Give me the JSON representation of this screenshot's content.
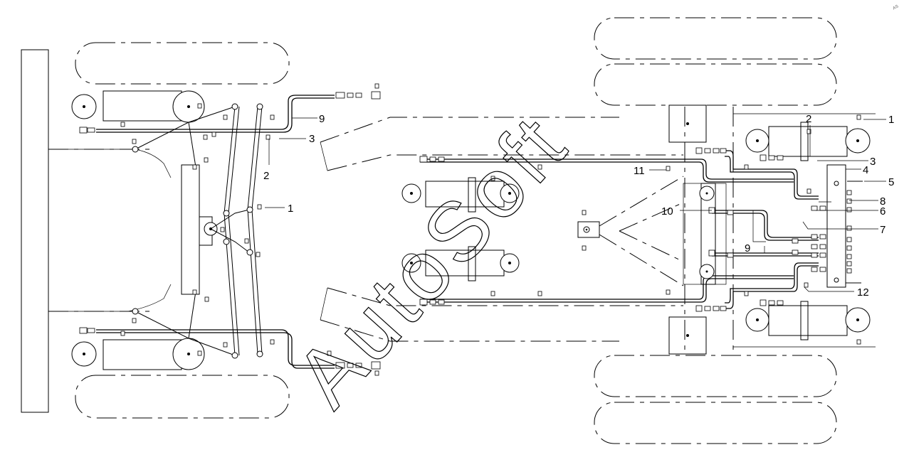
{
  "title": "",
  "watermark": {
    "text": "AutoSoft",
    "letters": [
      "A",
      "u",
      "t",
      "o",
      "S",
      "o",
      "f",
      "t"
    ],
    "corner_mark": "AS"
  },
  "callouts": {
    "left_1": "1",
    "left_2": "2",
    "left_3": "3",
    "left_9": "9",
    "right_1": "1",
    "right_2": "2",
    "right_3": "3",
    "right_4": "4",
    "right_5": "5",
    "right_6": "6",
    "right_7": "7",
    "right_8": "8",
    "right_9": "9",
    "right_10": "10",
    "right_11": "11",
    "right_12": "12"
  }
}
